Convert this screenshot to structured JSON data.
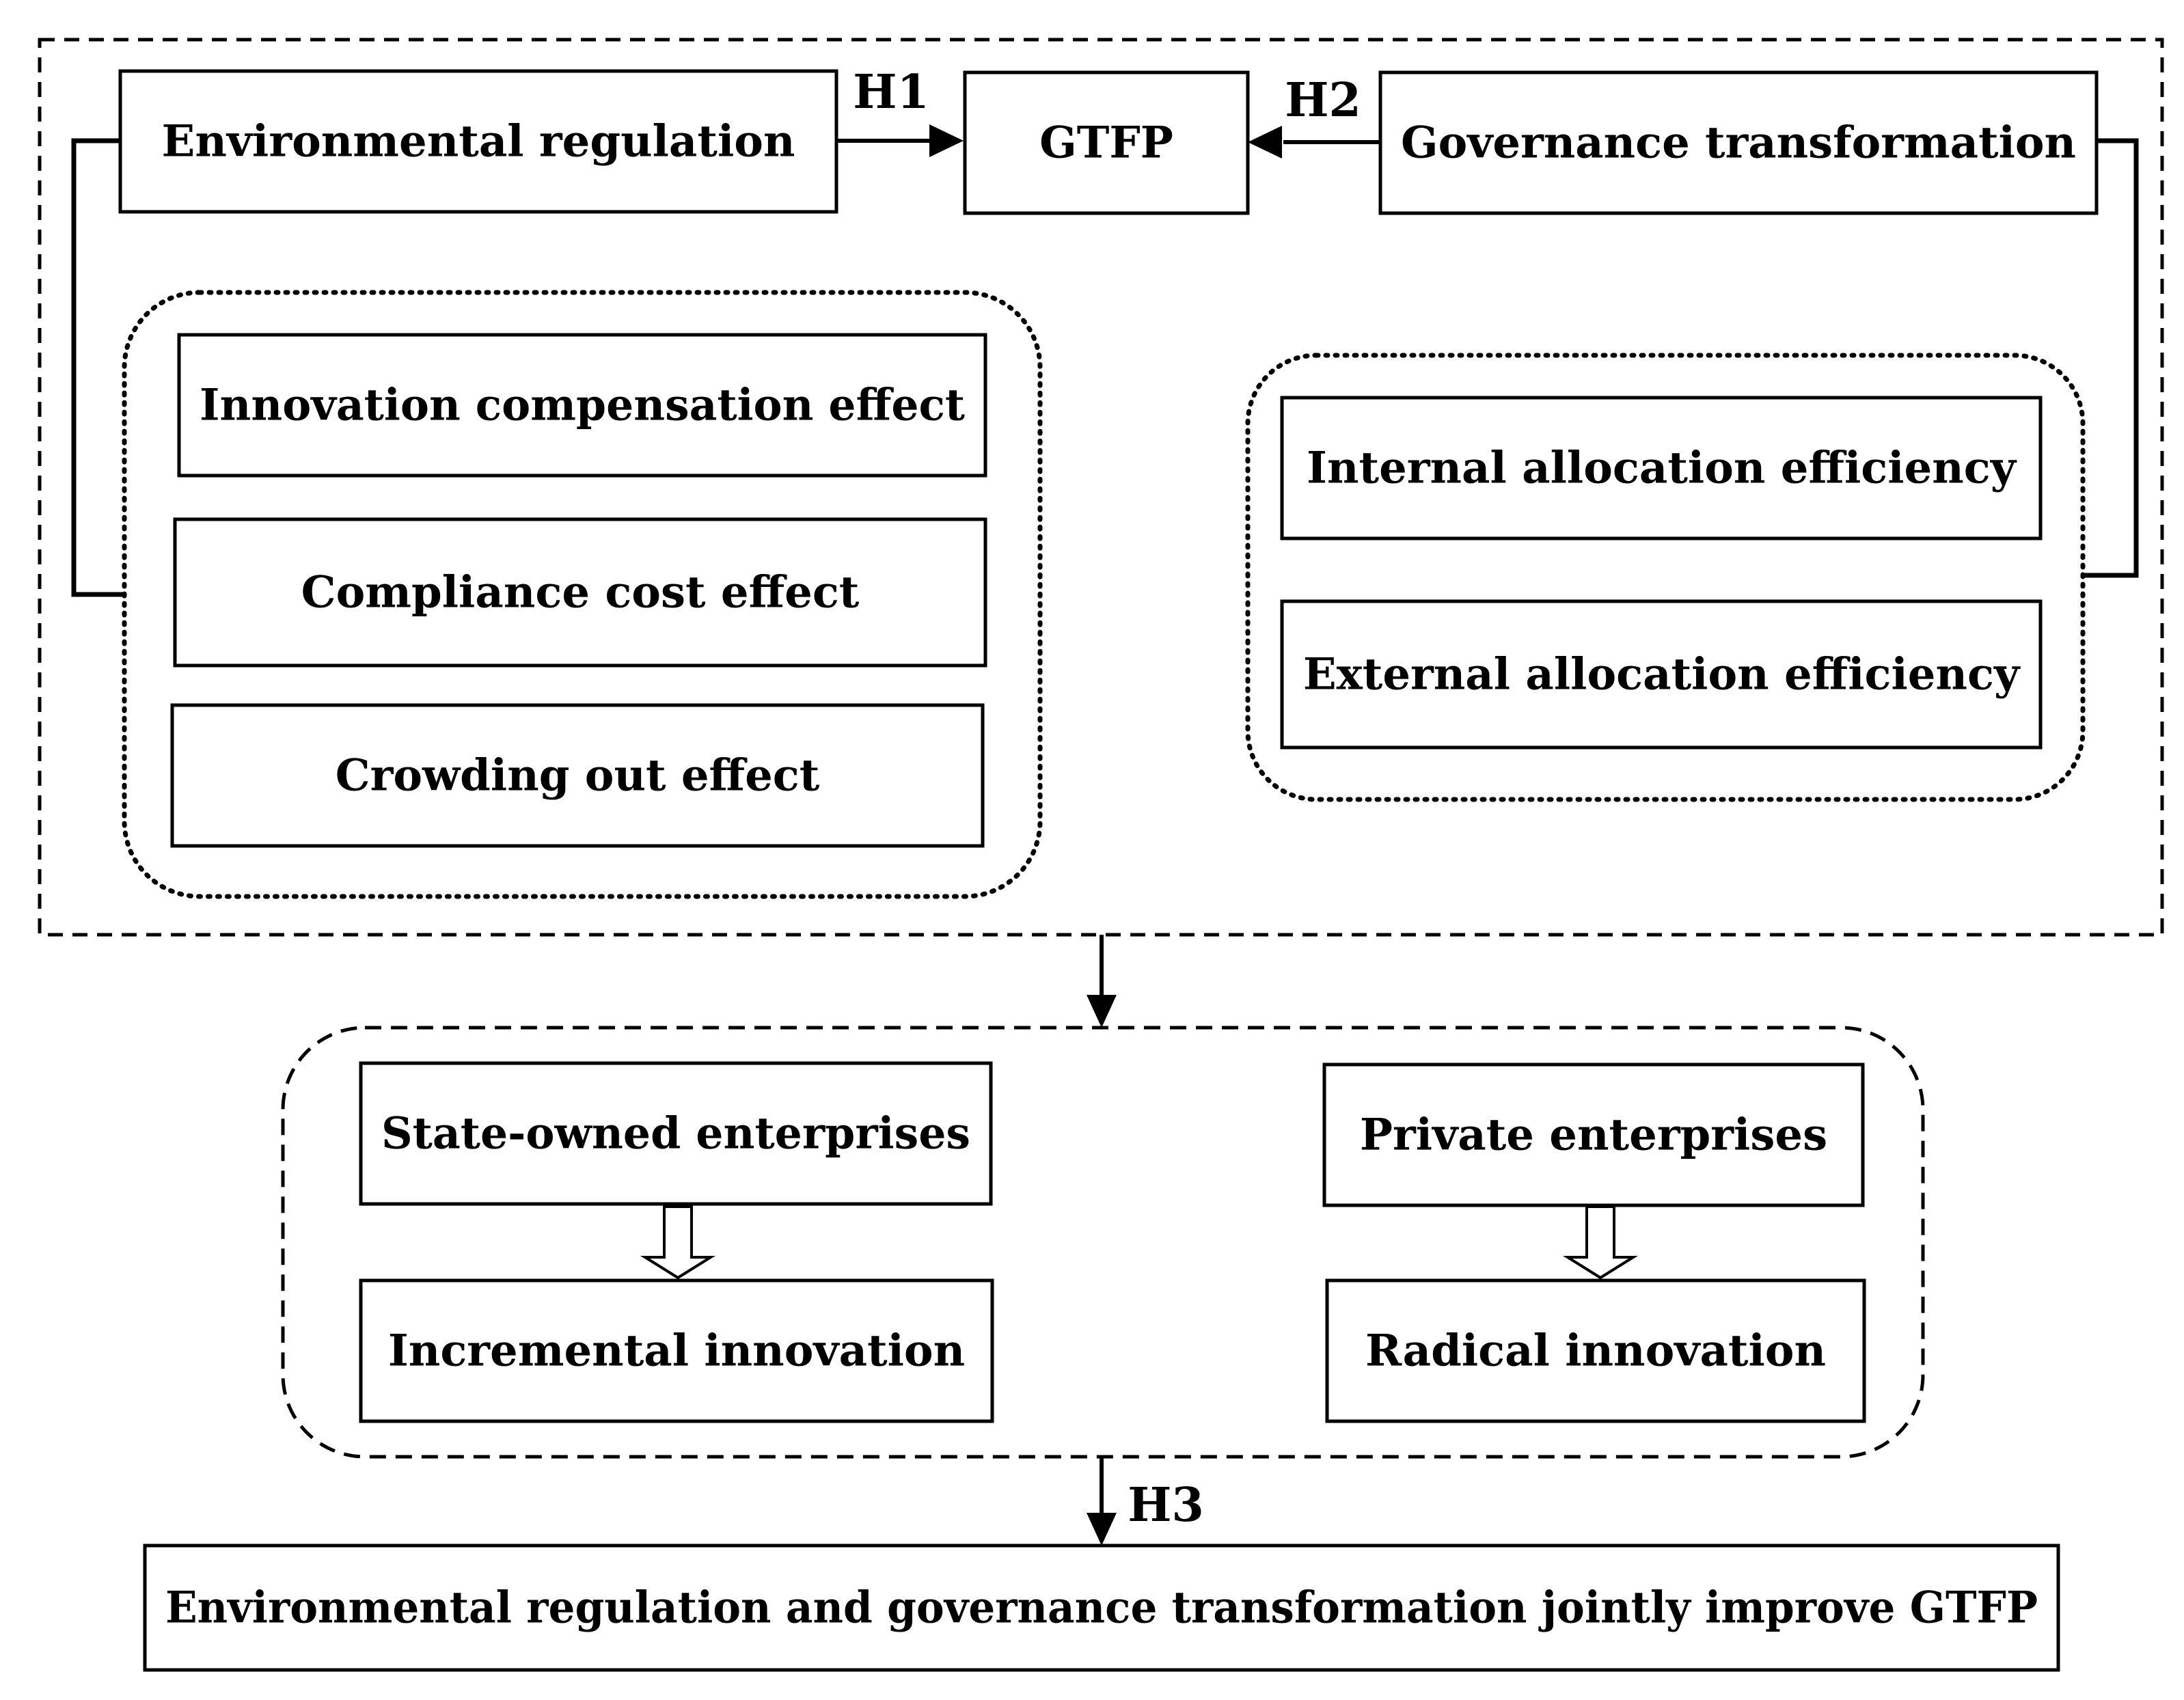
{
  "boxes": {
    "env_regulation": "Environmental regulation",
    "gtfp": "GTFP",
    "governance_transformation": "Governance transformation",
    "innovation_compensation": "Innovation compensation effect",
    "compliance_cost": "Compliance cost effect",
    "crowding_out": "Crowding out effect",
    "internal_allocation": "Internal allocation efficiency",
    "external_allocation": "External allocation efficiency",
    "state_owned": "State-owned enterprises",
    "private": "Private enterprises",
    "incremental": "Incremental innovation",
    "radical": "Radical innovation",
    "conclusion": "Environmental regulation and governance transformation jointly improve GTFP"
  },
  "hypotheses": {
    "h1": "H1",
    "h2": "H2",
    "h3": "H3"
  },
  "colors": {
    "stroke": "#000000",
    "background": "#ffffff"
  }
}
